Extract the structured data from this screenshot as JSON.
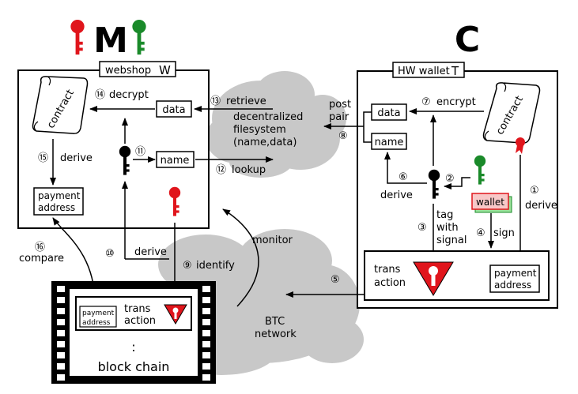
{
  "merchant": {
    "letter": "M",
    "webshop_label": "webshop",
    "webshop_var": "W",
    "contract": "contract",
    "decrypt": "decrypt",
    "data": "data",
    "name": "name",
    "derive": "derive",
    "payment_address_1": "payment",
    "payment_address_2": "address",
    "retrieve": "retrieve",
    "lookup": "lookup",
    "identify": "identify",
    "monitor": "monitor",
    "compare": "compare"
  },
  "customer": {
    "letter": "C",
    "wallet_label": "HW wallet",
    "wallet_var": "T",
    "contract": "contract",
    "encrypt": "encrypt",
    "data": "data",
    "name": "name",
    "post_1": "post",
    "post_2": "pair",
    "derive": "derive",
    "wallet_chip": "wallet",
    "tag_1": "tag",
    "tag_2": "with",
    "tag_3": "signal",
    "sign": "sign",
    "transaction_1": "trans",
    "transaction_2": "action",
    "payment_address_1": "payment",
    "payment_address_2": "address"
  },
  "cloud": {
    "line1": "decentralized",
    "line2": "filesystem",
    "line3": "(name,data)",
    "btc_1": "BTC",
    "btc_2": "network"
  },
  "chain": {
    "payment_address_1": "payment",
    "payment_address_2": "address",
    "transaction_1": "trans",
    "transaction_2": "action",
    "ellipsis": ":",
    "label": "block chain"
  },
  "steps": {
    "s1": "①",
    "s2": "②",
    "s3": "③",
    "s4": "④",
    "s5": "⑤",
    "s6": "⑥",
    "s7": "⑦",
    "s8": "⑧",
    "s9": "⑨",
    "s10": "⑩",
    "s11": "⑪",
    "s12": "⑫",
    "s13": "⑬",
    "s14": "⑭",
    "s15": "⑮",
    "s16": "⑯"
  },
  "colors": {
    "key_red": "#e0151c",
    "key_green": "#1a8a2a",
    "cloud": "#c8c8c8",
    "film": "#000000"
  }
}
